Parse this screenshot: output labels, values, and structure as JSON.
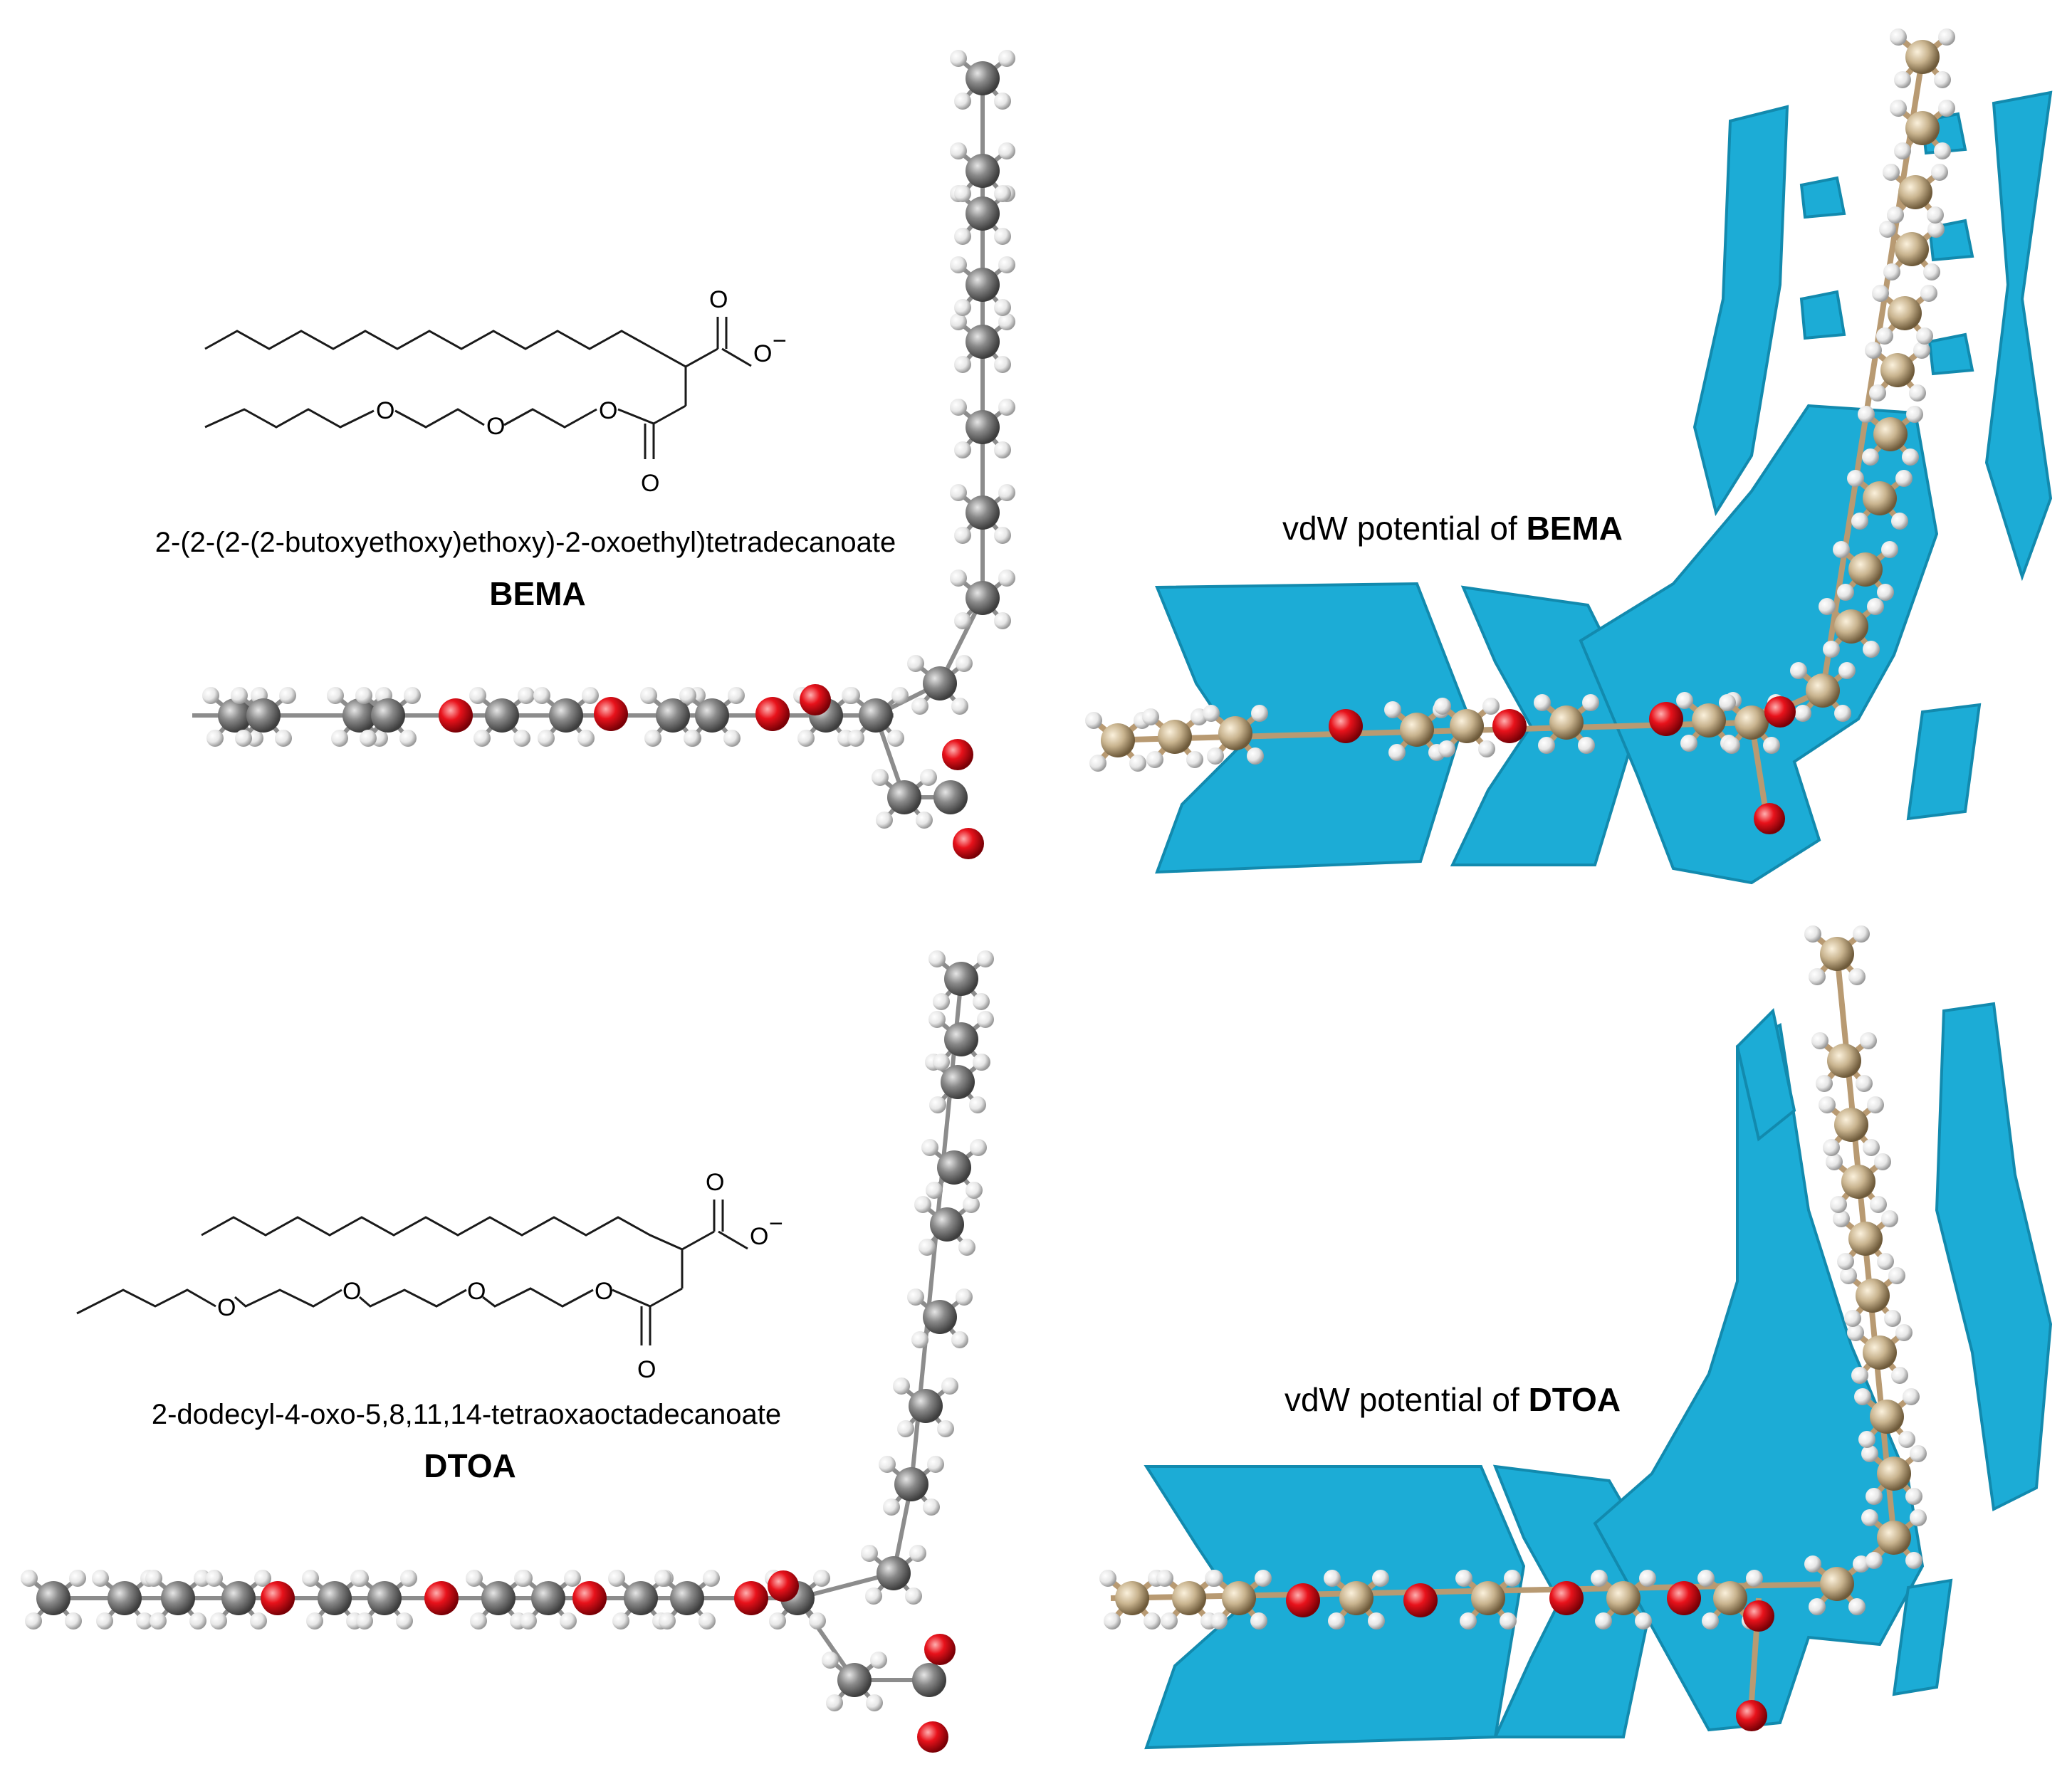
{
  "panels": [
    {
      "iupac_name": "2-(2-(2-(2-butoxyethoxy)ethoxy)-2-oxoethyl)tetradecanoate",
      "code": "BEMA",
      "vdw_prefix": "vdW potential of ",
      "vdw_code": "BEMA",
      "atom_labels": {
        "oxygen": "O",
        "anion": "O",
        "charge": "−"
      }
    },
    {
      "iupac_name": "2-dodecyl-4-oxo-5,8,11,14-tetraoxaoctadecanoate",
      "code": "DTOA",
      "vdw_prefix": "vdW potential of ",
      "vdw_code": "DTOA",
      "atom_labels": {
        "oxygen": "O",
        "anion": "O",
        "charge": "−"
      }
    }
  ],
  "colors": {
    "carbon_ball": "#7d7d7d",
    "oxygen_ball": "#e8121b",
    "hydrogen_ball": "#f2f2f2",
    "carbon_tan": "#c9b48f",
    "vdw_surface": "#1cacd6"
  }
}
